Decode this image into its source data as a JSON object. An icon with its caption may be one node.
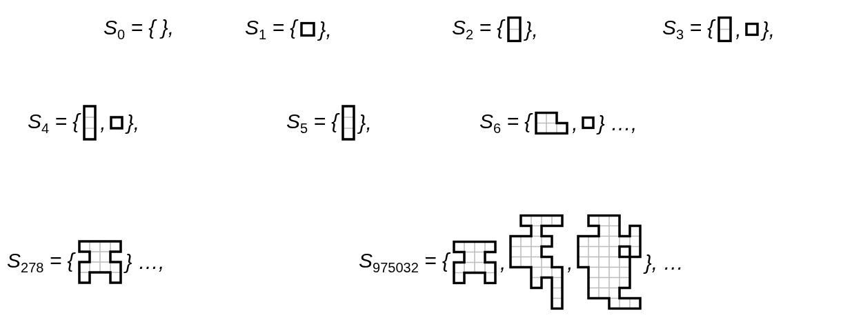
{
  "diagram": {
    "labels": [
      "S$_{0}$ = { },",
      "S$_{1}$ = {",
      "},",
      "S$_{2}$ = {",
      "},",
      "S$_{3}$ = {",
      ",",
      "},",
      "S$_{4}$ = {",
      ",",
      "},",
      "S$_{5}$ = {",
      "},",
      "S$_{6}$ = {",
      ",",
      "} …,",
      "S$_{278}$ = {",
      "} …,",
      "S$_{975032}$ = {",
      ",",
      ",",
      "}, …"
    ]
  }
}
